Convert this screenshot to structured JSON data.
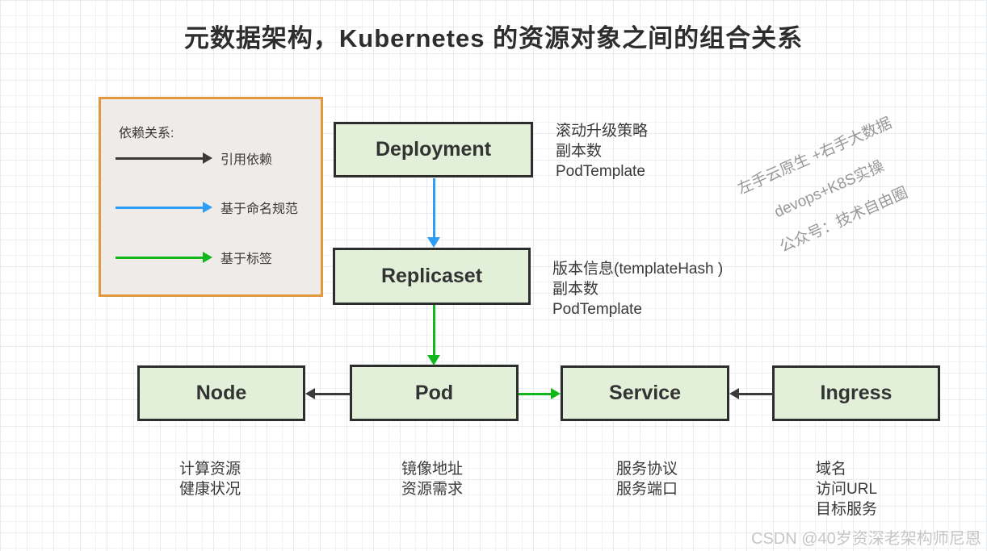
{
  "title": "元数据架构，Kubernetes 的资源对象之间的组合关系",
  "legend": {
    "heading": "依赖关系:",
    "items": [
      {
        "label": "引用依赖",
        "arrow_color": "#3a3a3a",
        "type": "reference"
      },
      {
        "label": "基于命名规范",
        "arrow_color": "#2e9df5",
        "type": "naming-convention"
      },
      {
        "label": "基于标签",
        "arrow_color": "#10b71b",
        "type": "label-selector"
      }
    ]
  },
  "nodes": [
    {
      "id": "deployment",
      "label": "Deployment"
    },
    {
      "id": "replicaset",
      "label": "Replicaset"
    },
    {
      "id": "node",
      "label": "Node"
    },
    {
      "id": "pod",
      "label": "Pod"
    },
    {
      "id": "service",
      "label": "Service"
    },
    {
      "id": "ingress",
      "label": "Ingress"
    }
  ],
  "edges": [
    {
      "from": "Deployment",
      "to": "Replicaset",
      "type": "naming-convention",
      "color": "#2e9df5"
    },
    {
      "from": "Replicaset",
      "to": "Pod",
      "type": "label-selector",
      "color": "#10b71b"
    },
    {
      "from": "Pod",
      "to": "Node",
      "type": "reference",
      "color": "#3a3a3a"
    },
    {
      "from": "Pod",
      "to": "Service",
      "type": "label-selector",
      "color": "#10b71b"
    },
    {
      "from": "Ingress",
      "to": "Service",
      "type": "reference",
      "color": "#3a3a3a"
    }
  ],
  "annotations": {
    "deployment": "滚动升级策略\n副本数\nPodTemplate",
    "replicaset": "版本信息(templateHash )\n副本数\nPodTemplate",
    "node": "计算资源\n健康状况",
    "pod": "镜像地址\n资源需求",
    "service": "服务协议\n服务端口",
    "ingress": "域名\n访问URL\n目标服务"
  },
  "watermarks": {
    "line1": "左手云原生 +右手大数据",
    "line2": "devops+K8S实操",
    "line3": "公众号：技术自由圈",
    "csdn": "CSDN @40岁资深老架构师尼恩"
  },
  "colors": {
    "arrow-black": "#3a3a3a",
    "arrow-blue": "#2e9df5",
    "arrow-green": "#10b71b",
    "node-fill": "#e2f0d9",
    "node-border": "#2d2d2d",
    "legend-border": "#e0993f",
    "legend-fill": "#eeebe9"
  }
}
